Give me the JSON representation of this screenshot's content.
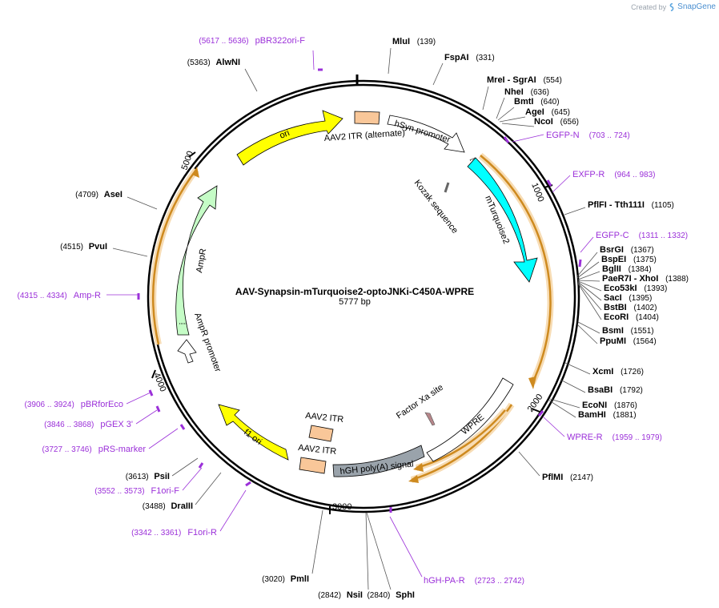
{
  "brand": {
    "created_by": "Created by",
    "name": "SnapGene"
  },
  "plasmid": {
    "name": "AAV-Synapsin-mTurquoise2-optoJNKi-C450A-WPRE",
    "length_label": "5777 bp"
  },
  "ticks": [
    "1000",
    "2000",
    "3000",
    "4000",
    "5000"
  ],
  "enzymes": [
    {
      "name": "MluI",
      "pos": "(139)"
    },
    {
      "name": "FspAI",
      "pos": "(331)"
    },
    {
      "name": "MreI - SgrAI",
      "pos": "(554)"
    },
    {
      "name": "NheI",
      "pos": "(636)"
    },
    {
      "name": "BmtI",
      "pos": "(640)"
    },
    {
      "name": "AgeI",
      "pos": "(645)"
    },
    {
      "name": "NcoI",
      "pos": "(656)"
    },
    {
      "name": "PflFI - Tth111I",
      "pos": "(1105)"
    },
    {
      "name": "BsrGI",
      "pos": "(1367)"
    },
    {
      "name": "BspEI",
      "pos": "(1375)"
    },
    {
      "name": "BglII",
      "pos": "(1384)"
    },
    {
      "name": "PaeR7I - XhoI",
      "pos": "(1388)"
    },
    {
      "name": "Eco53kI",
      "pos": "(1393)"
    },
    {
      "name": "SacI",
      "pos": "(1395)"
    },
    {
      "name": "BstBI",
      "pos": "(1402)"
    },
    {
      "name": "EcoRI",
      "pos": "(1404)"
    },
    {
      "name": "BsmI",
      "pos": "(1551)"
    },
    {
      "name": "PpuMI",
      "pos": "(1564)"
    },
    {
      "name": "XcmI",
      "pos": "(1726)"
    },
    {
      "name": "BsaBI",
      "pos": "(1792)"
    },
    {
      "name": "EcoNI",
      "pos": "(1876)"
    },
    {
      "name": "BamHI",
      "pos": "(1881)"
    },
    {
      "name": "PflMI",
      "pos": "(2147)"
    },
    {
      "name": "SphI",
      "pos": "(2840)"
    },
    {
      "name": "NsiI",
      "pos": "(2842)"
    },
    {
      "name": "PmlI",
      "pos": "(3020)"
    },
    {
      "name": "DraIII",
      "pos": "(3488)"
    },
    {
      "name": "PsiI",
      "pos": "(3613)"
    },
    {
      "name": "PvuI",
      "pos": "(4515)"
    },
    {
      "name": "AseI",
      "pos": "(4709)"
    },
    {
      "name": "AlwNI",
      "pos": "(5363)"
    }
  ],
  "primers": [
    {
      "name": "pBR322ori-F",
      "pos": "(5617 .. 5636)"
    },
    {
      "name": "EGFP-N",
      "pos": "(703 .. 724)"
    },
    {
      "name": "EXFP-R",
      "pos": "(964 .. 983)"
    },
    {
      "name": "EGFP-C",
      "pos": "(1311 .. 1332)"
    },
    {
      "name": "WPRE-R",
      "pos": "(1959 .. 1979)"
    },
    {
      "name": "hGH-PA-R",
      "pos": "(2723 .. 2742)"
    },
    {
      "name": "F1ori-R",
      "pos": "(3342 .. 3361)"
    },
    {
      "name": "F1ori-F",
      "pos": "(3552 .. 3573)"
    },
    {
      "name": "pRS-marker",
      "pos": "(3727 .. 3746)"
    },
    {
      "name": "pGEX 3'",
      "pos": "(3846 .. 3868)"
    },
    {
      "name": "pBRforEco",
      "pos": "(3906 .. 3924)"
    },
    {
      "name": "Amp-R",
      "pos": "(4315 .. 4334)"
    }
  ],
  "features": [
    {
      "name": "ori"
    },
    {
      "name": "AAV2 ITR (alternate)"
    },
    {
      "name": "hSyn promoter"
    },
    {
      "name": "Kozak sequence"
    },
    {
      "name": "mTurquoise2"
    },
    {
      "name": "Factor Xa site"
    },
    {
      "name": "WPRE"
    },
    {
      "name": "hGH poly(A) signal"
    },
    {
      "name": "AAV2 ITR"
    },
    {
      "name": "AAV2 ITR"
    },
    {
      "name": "f1 ori"
    },
    {
      "name": "AmpR promoter"
    },
    {
      "name": "AmpR"
    }
  ],
  "colors": {
    "ori": "#ffff00",
    "itr": "#f9c799",
    "hsyn": "#ffffff",
    "mturquoise": "#00ffff",
    "wpre": "#ffffff",
    "polya": "#9aa3ab",
    "f1ori": "#ffff00",
    "ampr": "#c5fcc6",
    "amprpromoter": "#ffffff",
    "orf": "#ce8a1f",
    "orfglow": "#f7dcb4",
    "primer": "#9b30d9",
    "backbone": "#000000"
  }
}
